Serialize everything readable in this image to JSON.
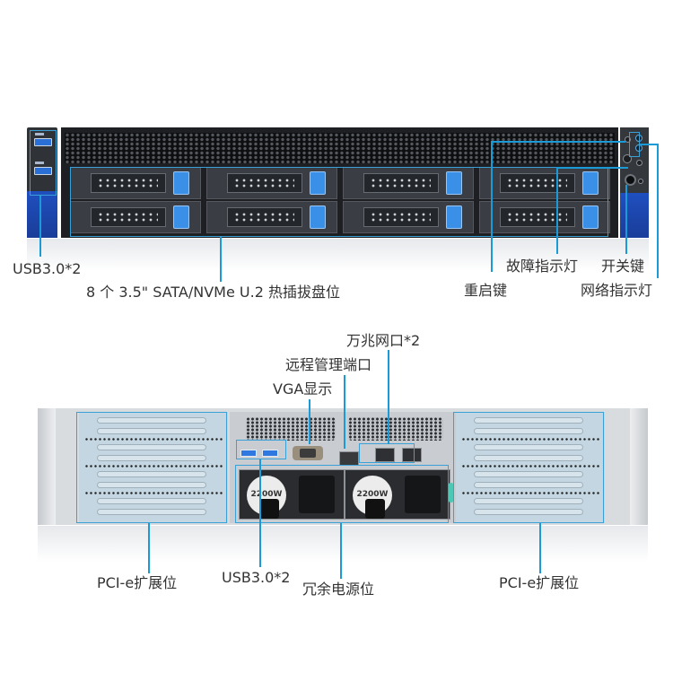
{
  "diagram": {
    "subject": "2U rack server front and rear panel",
    "accent_color": "#1a9ad6",
    "front": {
      "labels": {
        "usb": "USB3.0*2",
        "drive_bays": "8 个 3.5\" SATA/NVMe U.2 热插拔盘位",
        "reset_button": "重启键",
        "fault_led": "故障指示灯",
        "power_button": "开关键",
        "network_led": "网络指示灯"
      },
      "drive_bay_count": 8,
      "usb_port_count": 2,
      "drive_latch_color": "#3a8fe6",
      "ear_accent_color": "#1f4fbf"
    },
    "rear": {
      "labels": {
        "ten_gig_ports": "万兆网口*2",
        "remote_mgmt_port": "远程管理端口",
        "vga": "VGA显示",
        "pcie_left": "PCI-e扩展位",
        "usb": "USB3.0*2",
        "redundant_psu": "冗余电源位",
        "pcie_right": "PCI-e扩展位"
      },
      "psus": [
        {
          "wattage": "2200W"
        },
        {
          "wattage": "2200W"
        }
      ]
    }
  }
}
